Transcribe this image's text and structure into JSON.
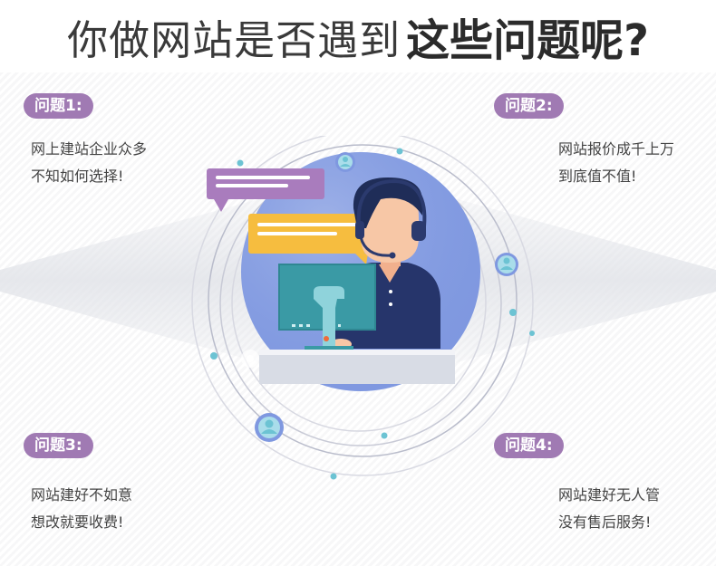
{
  "title": {
    "normal": "你做网站是否遇到",
    "bold": "这些问题呢?"
  },
  "problems": [
    {
      "label": "问题1:",
      "line1": "网上建站企业众多",
      "line2": "不知如何选择!"
    },
    {
      "label": "问题2:",
      "line1": "网站报价成千上万",
      "line2": "到底值不值!"
    },
    {
      "label": "问题3:",
      "line1": "网站建好不如意",
      "line2": "想改就要收费!"
    },
    {
      "label": "问题4:",
      "line1": "网站建好无人管",
      "line2": "没有售后服务!"
    }
  ],
  "colors": {
    "badge": "#a07ab3",
    "bubble_purple": "#a97cbd",
    "bubble_yellow": "#f6bd3f",
    "circle_blue": "#7f98e0",
    "monitor": "#3a9aa5",
    "dot_teal": "#6cc3d3"
  },
  "icons": [
    "chat-bubble-icon",
    "user-avatar-icon",
    "customer-service-agent-icon",
    "monitor-icon"
  ]
}
